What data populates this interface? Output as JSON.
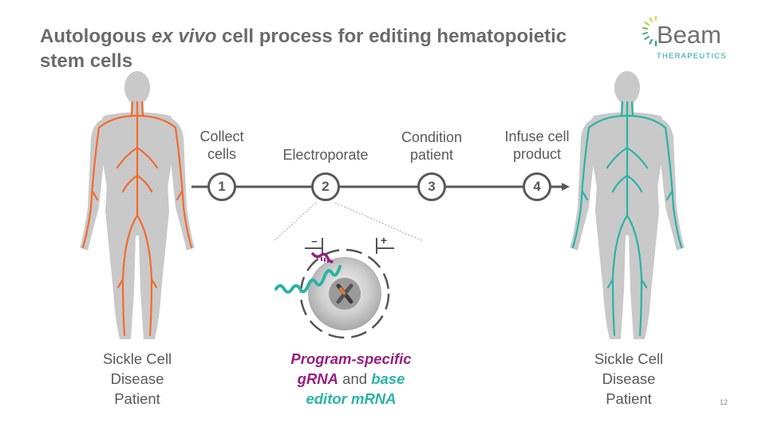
{
  "title": {
    "pre": "Autologous ",
    "em": "ex vivo",
    "post": " cell process for editing hematopoietic stem cells"
  },
  "logo": {
    "word": "Beam",
    "sub": "THERAPEUTICS"
  },
  "steps": [
    {
      "number": "1",
      "label_lines": [
        "Collect",
        "cells"
      ]
    },
    {
      "number": "2",
      "label_lines": [
        "Electroporate"
      ]
    },
    {
      "number": "3",
      "label_lines": [
        "Condition",
        "patient"
      ]
    },
    {
      "number": "4",
      "label_lines": [
        "Infuse cell",
        "product"
      ]
    }
  ],
  "patient_left": {
    "lines": [
      "Sickle Cell",
      "Disease",
      "Patient"
    ],
    "vessel_color": "#f26b2f"
  },
  "patient_right": {
    "lines": [
      "Sickle Cell",
      "Disease",
      "Patient"
    ],
    "vessel_color": "#2bb3a5"
  },
  "electrodes": {
    "negative": "−",
    "positive": "+"
  },
  "payload": {
    "part1": "Program-specific",
    "part2": "gRNA",
    "part3": " and ",
    "part4": "base",
    "part5": "editor mRNA"
  },
  "colors": {
    "grna": "#96207f",
    "mrna": "#2bb3a5",
    "body": "#c9c9c9"
  },
  "page_number": "12"
}
